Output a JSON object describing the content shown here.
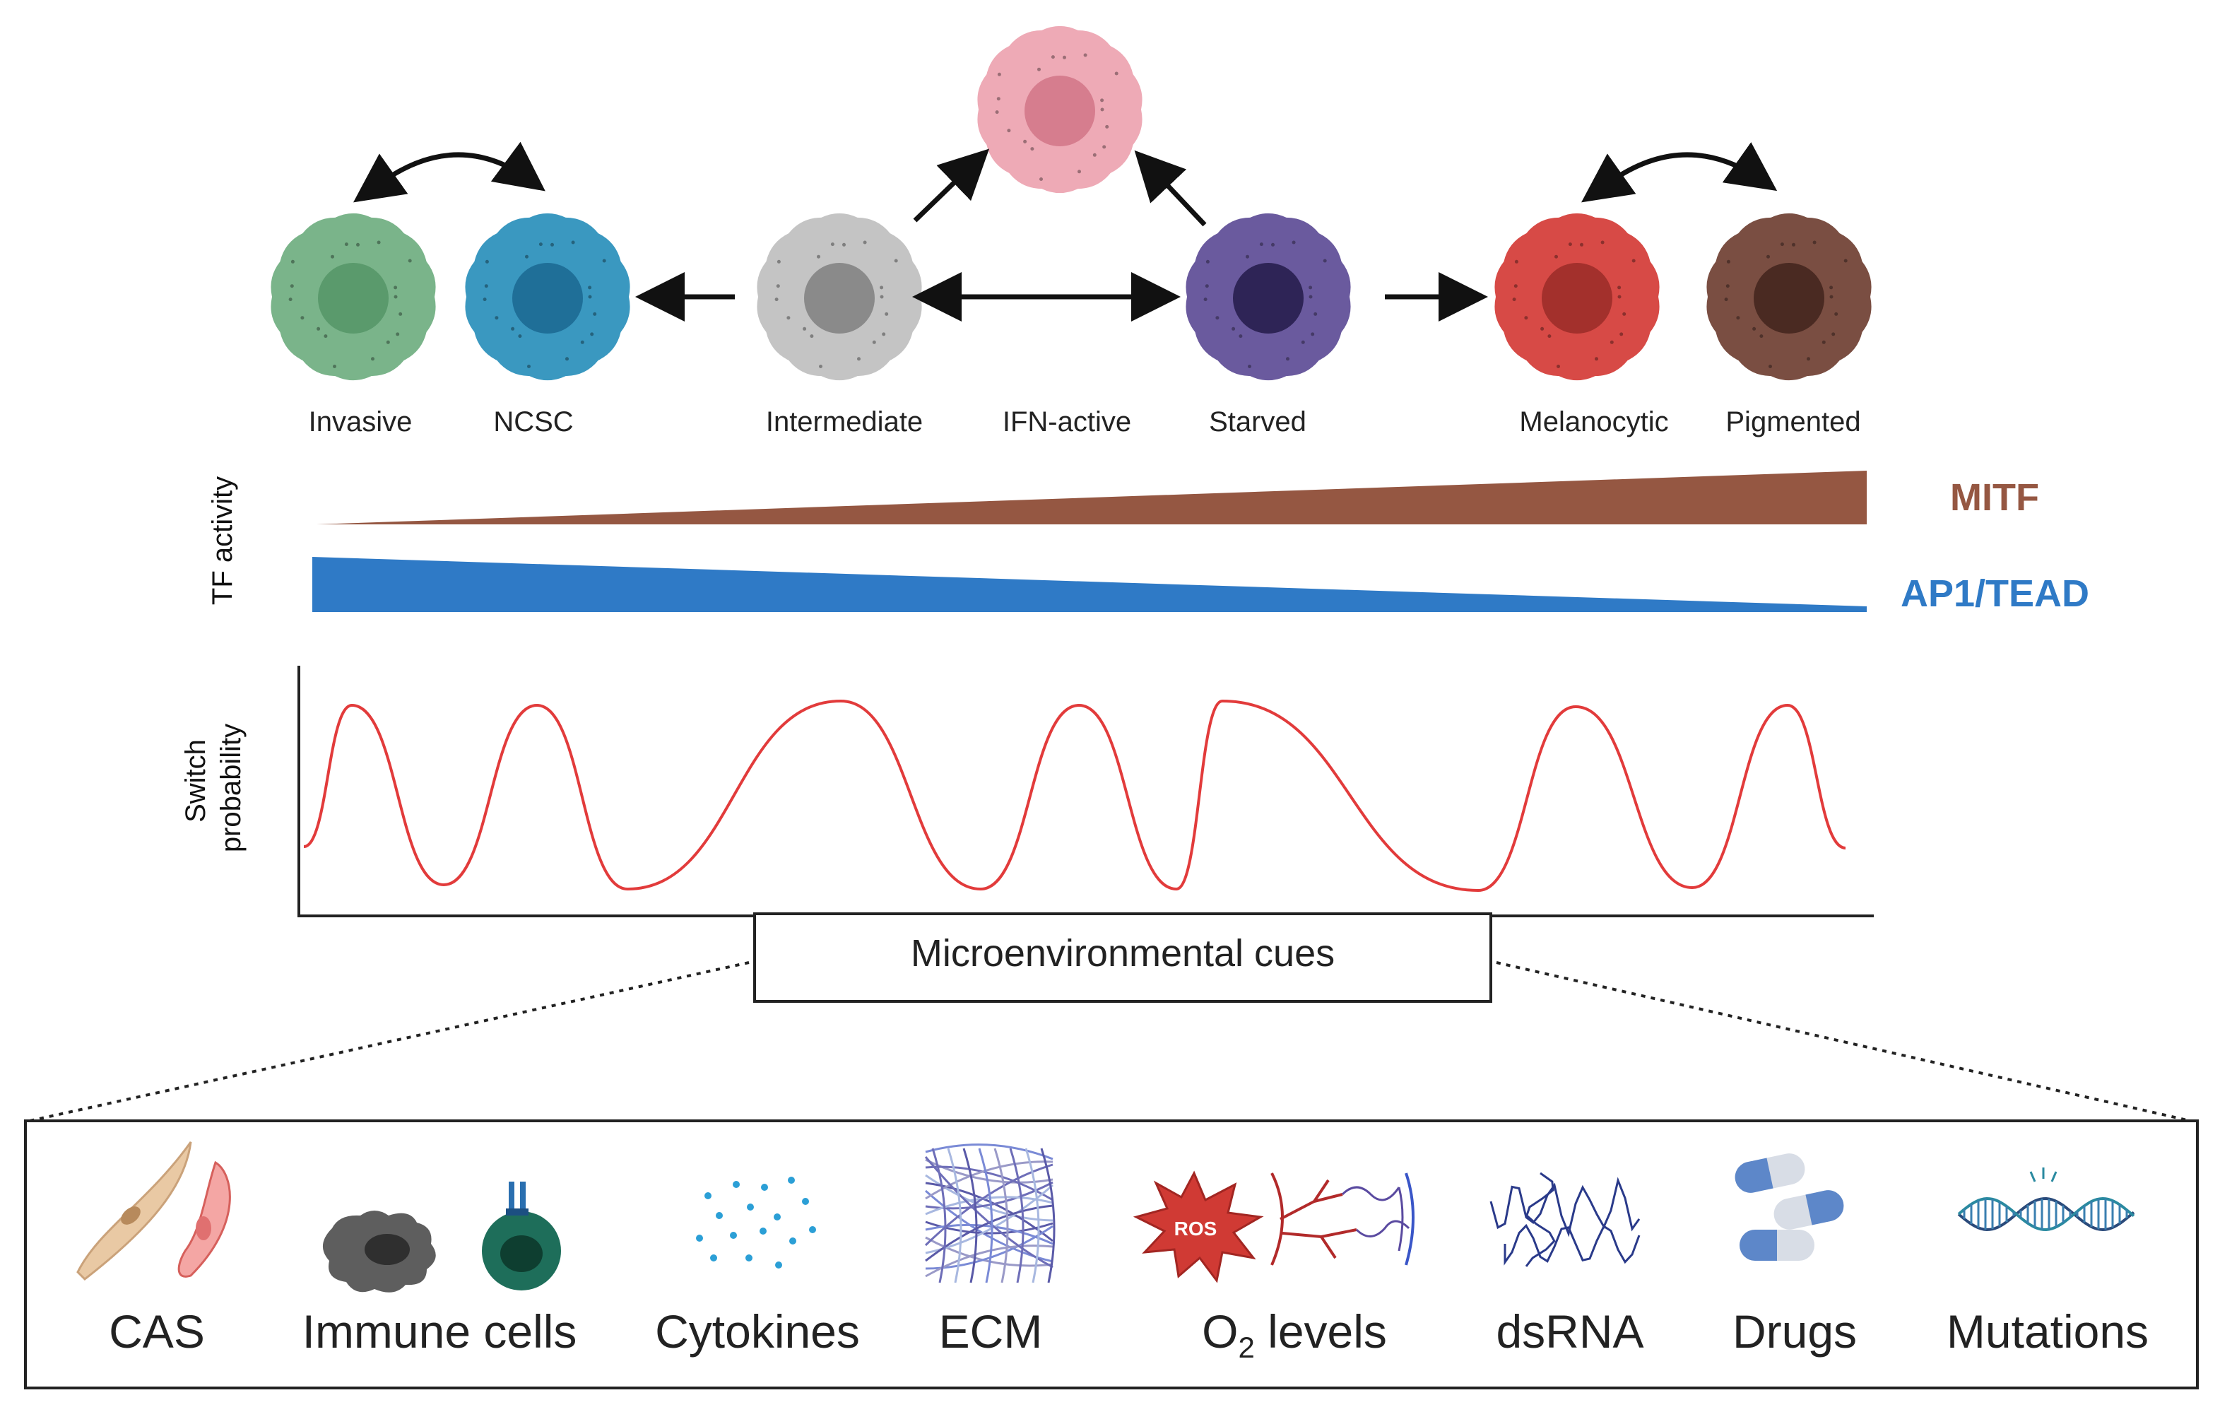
{
  "cells": [
    {
      "label": "Invasive",
      "color": "#7ab48a",
      "nucleus": "#5a9a6c"
    },
    {
      "label": "NCSC",
      "color": "#3a98c0",
      "nucleus": "#1f6f98"
    },
    {
      "label": "Intermediate",
      "color": "#c4c4c4",
      "nucleus": "#8a8a8a"
    },
    {
      "label": "IFN-active",
      "color": "#eeaab6",
      "nucleus": "#d67d8e"
    },
    {
      "label": "Starved",
      "color": "#6a5a9e",
      "nucleus": "#2e2456"
    },
    {
      "label": "Melanocytic",
      "color": "#d74a46",
      "nucleus": "#a3302c"
    },
    {
      "label": "Pigmented",
      "color": "#7a4e42",
      "nucleus": "#4a2a22"
    }
  ],
  "tf": {
    "axis_label": "TF activity",
    "mitf_label": "MITF",
    "mitf_color": "#955742",
    "ap1_label": "AP1/TEAD",
    "ap1_color": "#2f7ac6"
  },
  "switch": {
    "axis_label_line1": "Switch",
    "axis_label_line2": "probability",
    "curve_color": "#e23b3b"
  },
  "cues_box": {
    "title": "Microenvironmental cues"
  },
  "cues": [
    {
      "label": "CAS",
      "icon": "fibroblast-icon"
    },
    {
      "label": "Immune cells",
      "icon": "immune-cells-icon"
    },
    {
      "label": "Cytokines",
      "icon": "cytokines-icon"
    },
    {
      "label": "ECM",
      "icon": "ecm-fibers-icon"
    },
    {
      "label_main": "O",
      "label_sub": "2",
      "label_rest": " levels",
      "icon": "ros-vessel-icon",
      "ros_text": "ROS"
    },
    {
      "label": "dsRNA",
      "icon": "dsrna-icon"
    },
    {
      "label": "Drugs",
      "icon": "pills-icon"
    },
    {
      "label": "Mutations",
      "icon": "dna-icon"
    }
  ]
}
